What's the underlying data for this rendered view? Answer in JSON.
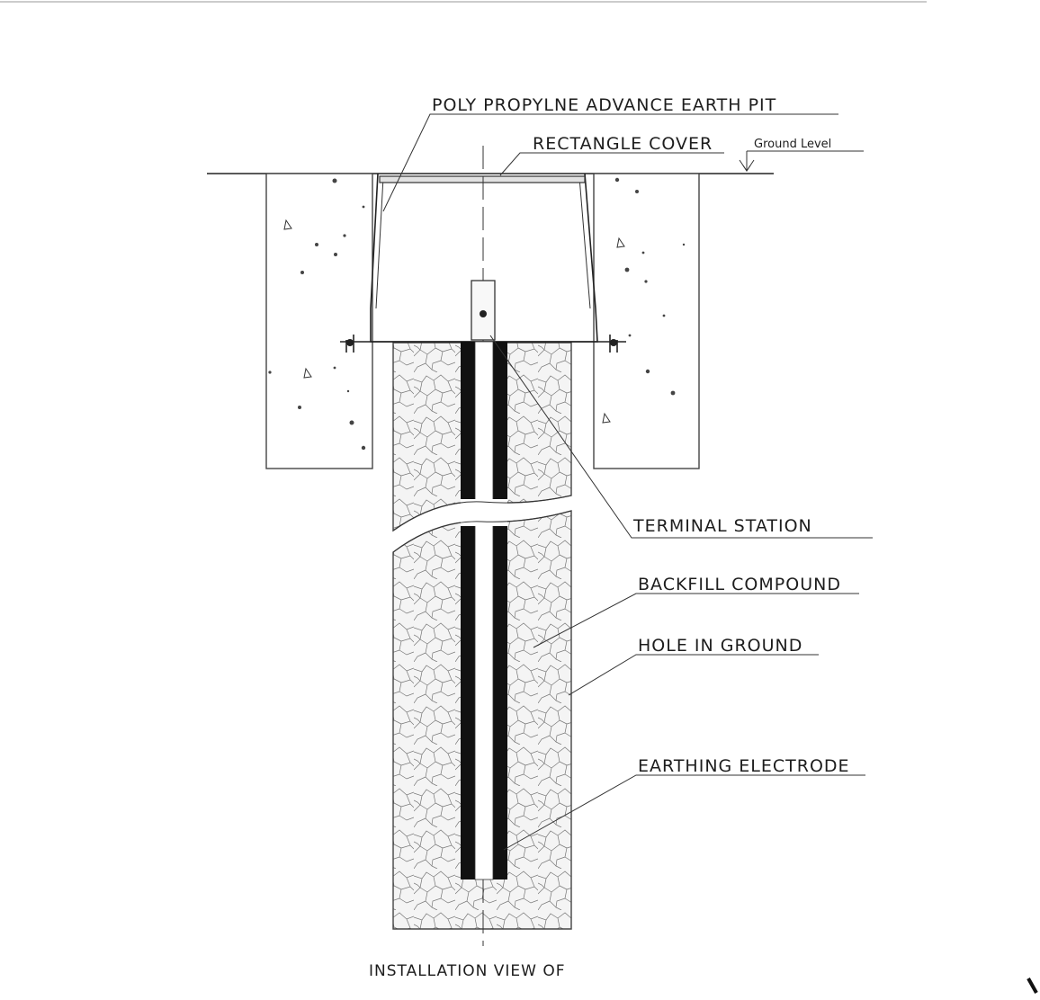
{
  "labels": {
    "earth_pit": "POLY PROPYLNE ADVANCE EARTH PIT",
    "cover": "RECTANGLE COVER",
    "ground_level": "Ground Level",
    "terminal": "TERMINAL STATION",
    "backfill": "BACKFILL COMPOUND",
    "hole": "HOLE IN GROUND",
    "electrode": "EARTHING ELECTRODE",
    "caption": "INSTALLATION VIEW OF"
  },
  "icons": {
    "ground_level_marker": "down-arrow-marker"
  },
  "colors": {
    "ink": "#222222",
    "electrode_dark": "#111111",
    "backfill_bg": "#f3f3f3"
  }
}
